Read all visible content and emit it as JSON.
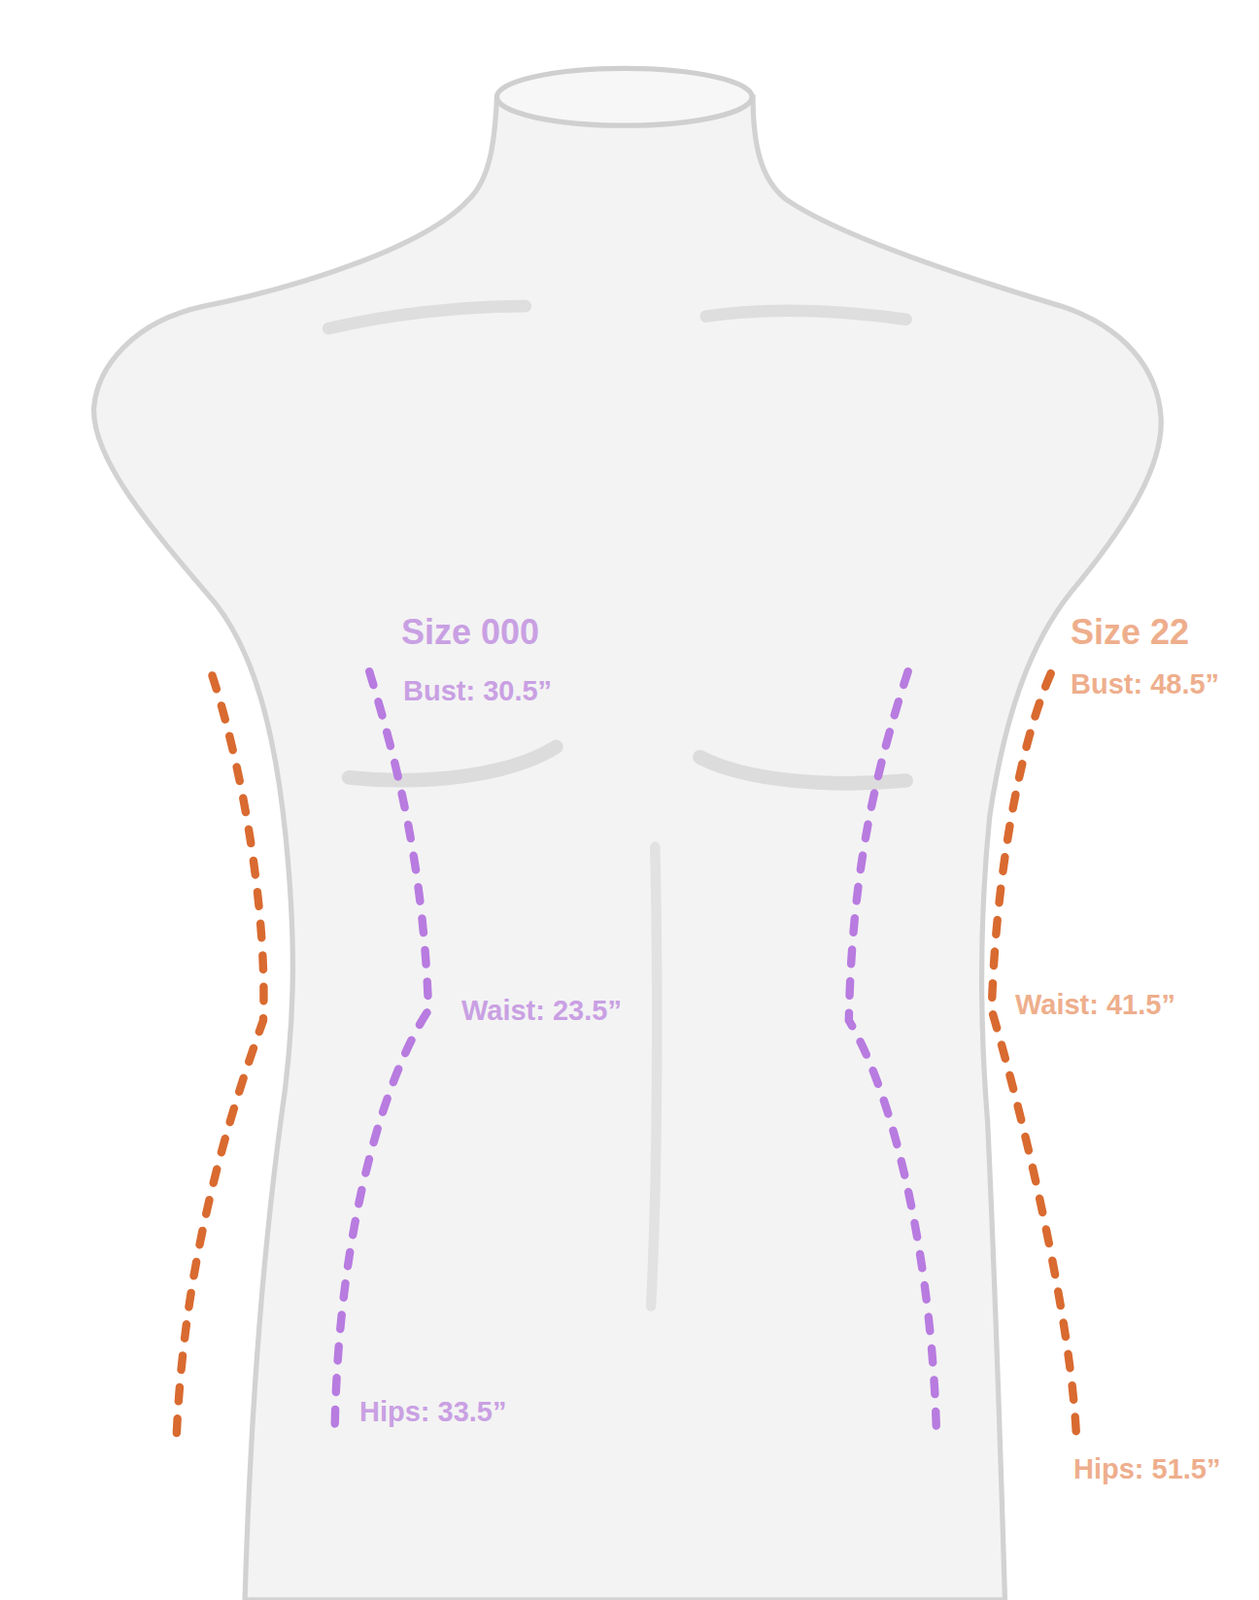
{
  "diagram": {
    "labels": [
      "Size 000",
      "Size 22",
      "Bust: 30.5”",
      "Bust: 48.5”",
      "Waist: 23.5”",
      "Waist: 41.5”",
      "Hips: 33.5”",
      "Hips: 51.5”"
    ]
  }
}
